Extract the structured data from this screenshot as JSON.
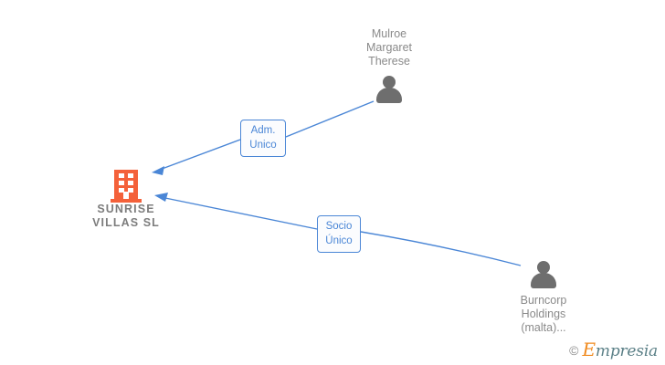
{
  "diagram": {
    "type": "ownership-relationship-graph",
    "background": "#ffffff",
    "accent_color": "#4a86d6",
    "company_color": "#f4613a",
    "person_color": "#6e6e6e",
    "label_color": "#8a8a8a"
  },
  "nodes": {
    "company": {
      "name": "SUNRISE\nVILLAS  SL",
      "icon": "building-icon",
      "role": "subject-company"
    },
    "person_top": {
      "name": "Mulroe\nMargaret\nTherese",
      "icon": "person-icon",
      "role": "administrator"
    },
    "person_bottom": {
      "name": "Burncorp\nHoldings\n(malta)...",
      "icon": "person-icon",
      "role": "shareholder"
    }
  },
  "edges": [
    {
      "id": "edge-adm-unico",
      "from": "person_top",
      "to": "company",
      "label": "Adm.\nUnico",
      "arrow": "to-company"
    },
    {
      "id": "edge-socio-unico",
      "from": "person_bottom",
      "to": "company",
      "label": "Socio\nÚnico",
      "arrow": "to-company"
    }
  ],
  "watermark": {
    "copyright": "©",
    "brand_initial": "E",
    "brand_rest": "mpresia"
  }
}
